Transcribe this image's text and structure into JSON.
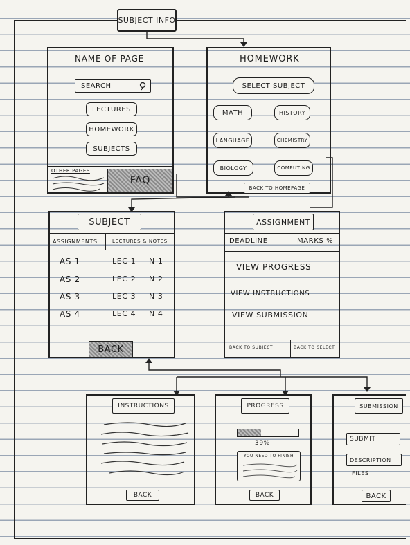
{
  "title": "SUBJECT INFO",
  "home": {
    "page_name": "NAME OF PAGE",
    "search": "SEARCH",
    "nav": [
      "LECTURES",
      "HOMEWORK",
      "SUBJECTS"
    ],
    "other_pages": "OTHER PAGES",
    "faq": "FAQ"
  },
  "homework": {
    "title": "HOMEWORK",
    "select": "SELECT SUBJECT",
    "subjects": [
      "MATH",
      "HISTORY",
      "LANGUAGE",
      "CHEMISTRY",
      "BIOLOGY",
      "COMPUTING"
    ],
    "back": "BACK TO HOMEPAGE"
  },
  "subject": {
    "title": "SUBJECT",
    "col_assignments": "ASSIGNMENTS",
    "col_lectures": "LECTURES & NOTES",
    "assignments": [
      "AS 1",
      "AS 2",
      "AS 3",
      "AS 4"
    ],
    "lectures": [
      "LEC 1",
      "LEC 2",
      "LEC 3",
      "LEC 4"
    ],
    "notes": [
      "N 1",
      "N 2",
      "N 3",
      "N 4"
    ],
    "back": "BACK"
  },
  "assignment": {
    "title": "ASSIGNMENT",
    "deadline": "DEADLINE",
    "marks": "MARKS %",
    "links": [
      "VIEW PROGRESS",
      "VIEW INSTRUCTIONS",
      "VIEW SUBMISSION"
    ],
    "back_subject": "BACK TO SUBJECT",
    "back_select": "BACK TO SELECT"
  },
  "instructions": {
    "title": "INSTRUCTIONS",
    "back": "BACK"
  },
  "progress": {
    "title": "PROGRESS",
    "percent_label": "39%",
    "progress": 0.39,
    "note": "YOU NEED TO FINISH",
    "back": "BACK"
  },
  "submission": {
    "title": "SUBMISSION",
    "submit": "SUBMIT",
    "description": "DESCRIPTION",
    "files": "FILES",
    "back": "BACK"
  }
}
